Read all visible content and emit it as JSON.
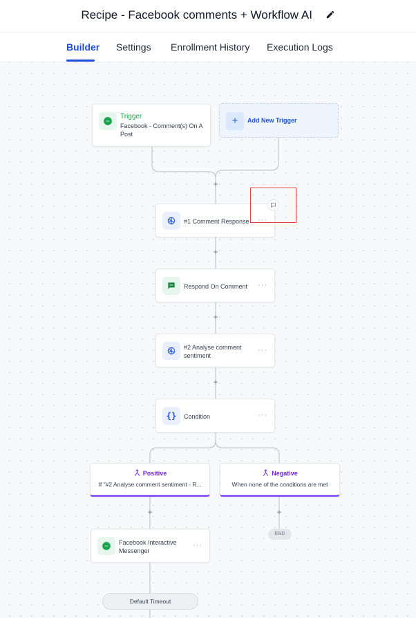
{
  "page": {
    "title": "Recipe - Facebook comments + Workflow AI"
  },
  "tabs": [
    {
      "label": "Builder",
      "active": true
    },
    {
      "label": "Settings",
      "active": false
    },
    {
      "label": "Enrollment History",
      "active": false
    },
    {
      "label": "Execution Logs",
      "active": false
    }
  ],
  "trigger": {
    "title": "Trigger",
    "subtitle": "Facebook - Comment(s) On A Post",
    "icon": "messenger-icon"
  },
  "add_trigger": {
    "label": "Add New Trigger"
  },
  "actions": [
    {
      "label": "#1 Comment Response",
      "icon": "openai-icon"
    },
    {
      "label": "Respond On Comment",
      "icon": "chat-icon"
    },
    {
      "label": "#2 Analyse comment sentiment",
      "icon": "openai-icon"
    },
    {
      "label": "Condition",
      "icon": "braces-icon"
    }
  ],
  "branches": {
    "positive": {
      "title": "Positive",
      "condition": "If \"#2 Analyse comment sentiment - R..."
    },
    "negative": {
      "title": "Negative",
      "condition": "When none of the conditions are met"
    }
  },
  "messenger_action": {
    "label": "Facebook Interactive Messenger",
    "icon": "messenger-icon"
  },
  "end_label": "END",
  "timeout_label": "Default Timeout",
  "colors": {
    "accent": "#1d4ed8",
    "trigger_green": "#16a34a",
    "branch_purple": "#8b5cf6",
    "highlight_red": "#e03d3d"
  }
}
